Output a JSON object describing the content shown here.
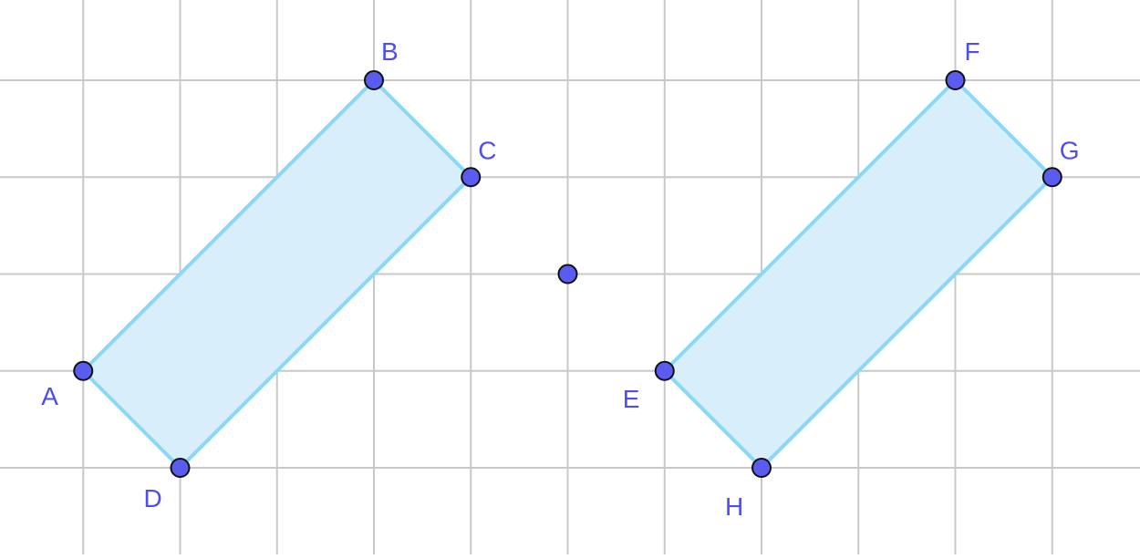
{
  "colors": {
    "grid": "#c8c8c8",
    "shape_fill": "#d8effb",
    "shape_stroke": "#8ad8f6",
    "vertex_fill": "#5a5cf0",
    "vertex_stroke": "#111111",
    "label": "#4d4df0",
    "center_point_fill": "#5a5cf0"
  },
  "grid": {
    "spacing_units": 1,
    "visible": true
  },
  "points": {
    "A": {
      "label": "A",
      "x": -5,
      "y": -1
    },
    "B": {
      "label": "B",
      "x": -2,
      "y": 2
    },
    "C": {
      "label": "C",
      "x": -1,
      "y": 1
    },
    "D": {
      "label": "D",
      "x": -4,
      "y": -2
    },
    "E": {
      "label": "E",
      "x": 1,
      "y": -1
    },
    "F": {
      "label": "F",
      "x": 4,
      "y": 2
    },
    "G": {
      "label": "G",
      "x": 5,
      "y": 1
    },
    "H": {
      "label": "H",
      "x": 2,
      "y": -2
    },
    "O": {
      "label": "",
      "x": 0,
      "y": 0
    }
  },
  "polygons": [
    {
      "name": "ABCD",
      "vertices": [
        "A",
        "B",
        "C",
        "D"
      ]
    },
    {
      "name": "EFGH",
      "vertices": [
        "E",
        "F",
        "G",
        "H"
      ]
    }
  ]
}
